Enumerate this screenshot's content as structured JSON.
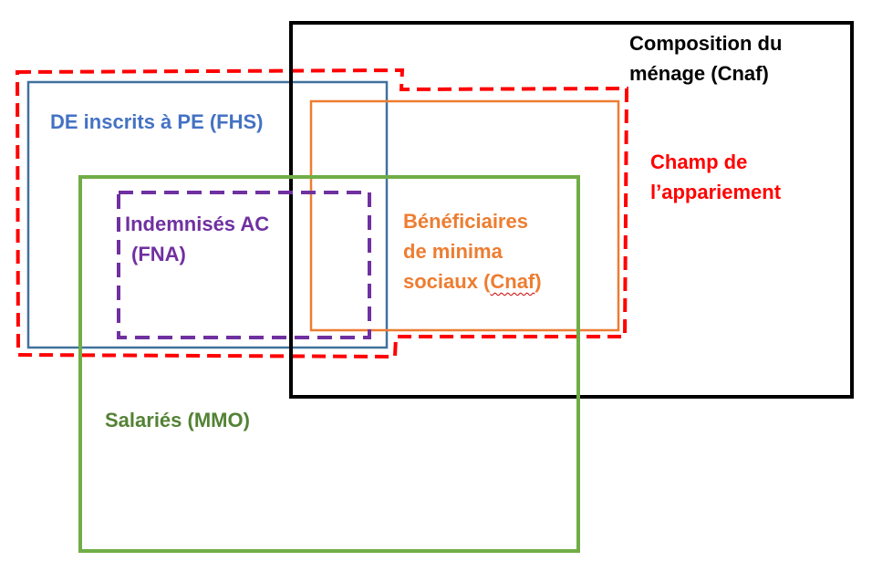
{
  "colors": {
    "demandeurs": "#4472c4",
    "indemnises": "#7030a0",
    "minima": "#ed7d31",
    "champ": "#ff0000",
    "composition": "#000000",
    "salaries": "#548235",
    "salaries_border": "#70ad47",
    "de_border": "#41719c"
  },
  "labels": {
    "de_inscrits": "DE inscrits à PE (FHS)",
    "indemnises_line1": "Indemnisés AC",
    "indemnises_line2": "(FNA)",
    "minima_line1": "Bénéficiaires",
    "minima_line2": "de minima",
    "minima_line3_prefix": "sociaux (",
    "minima_line3_word": "Cnaf",
    "minima_line3_suffix": ")",
    "champ_line1": "Champ de",
    "champ_line2": "l’appariement",
    "composition_line1": "Composition du",
    "composition_line2": "ménage (Cnaf)",
    "salaries": "Salariés (MMO)"
  }
}
